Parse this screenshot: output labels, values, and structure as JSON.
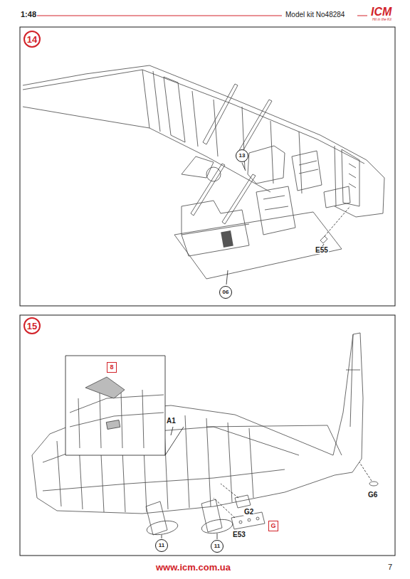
{
  "diagram": {
    "nodes": [
      {
        "text": [
          "14"
        ]
      },
      {
        "text": [
          "13"
        ]
      },
      {
        "text": [
          "06"
        ]
      },
      {
        "text": [
          "15"
        ]
      },
      {
        "text": [
          "8"
        ]
      },
      {
        "text": [
          "G"
        ]
      },
      {
        "text": [
          "11"
        ]
      },
      {
        "text": [
          "11"
        ]
      }
    ],
    "edges": [],
    "labels": [
      "1:48",
      "Model kit No48284",
      "ICM",
      "Hit in the Kit",
      "E55",
      "A1",
      "G6",
      "G2",
      "E53",
      "www.icm.com.ua",
      "7"
    ]
  }
}
